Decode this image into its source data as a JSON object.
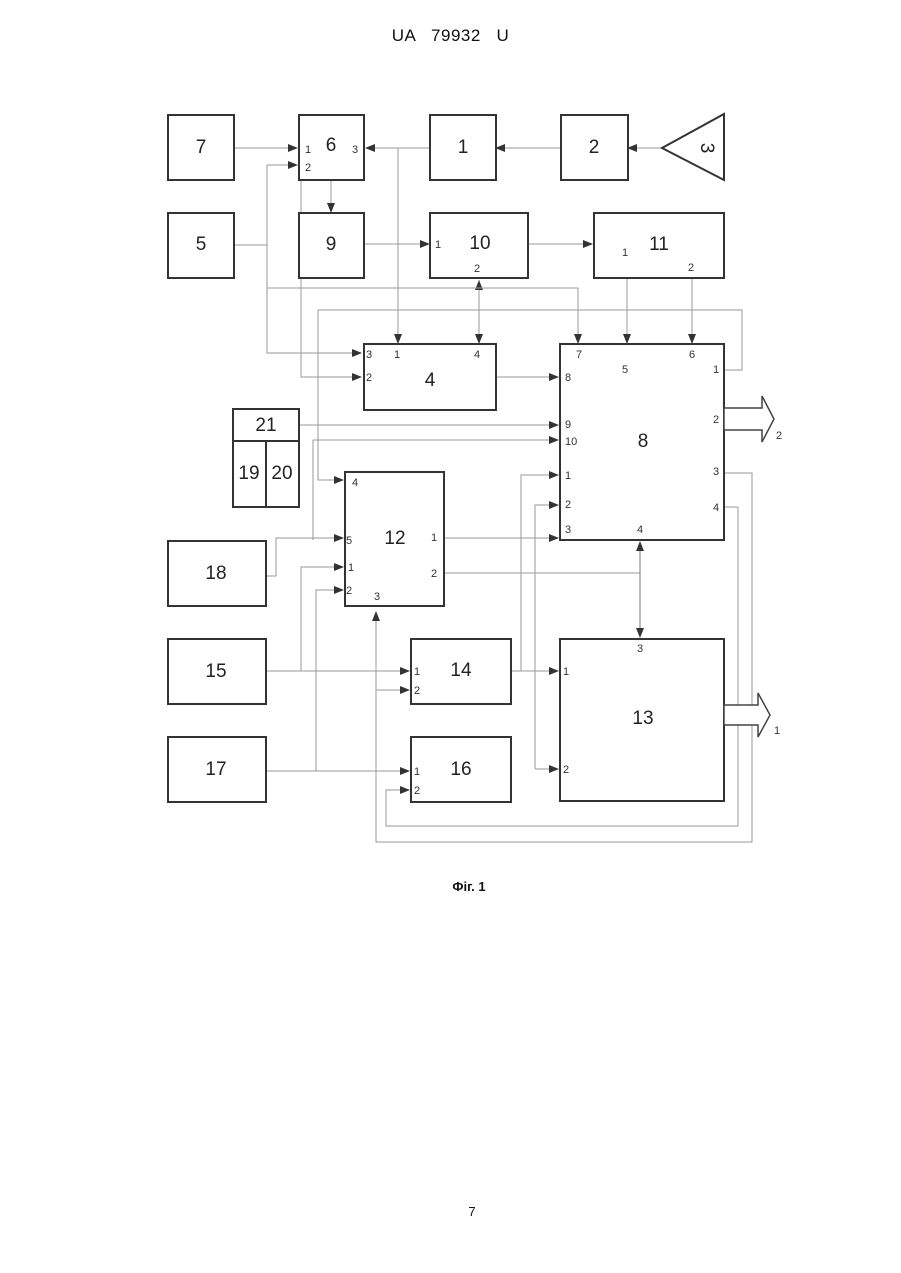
{
  "header": "UA   79932   U",
  "caption": "Фіг. 1",
  "page_number": "7",
  "blocks": {
    "b1": "1",
    "b2": "2",
    "b3": "3",
    "b4": "4",
    "b5": "5",
    "b6": "6",
    "b7": "7",
    "b8": "8",
    "b9": "9",
    "b10": "10",
    "b11": "11",
    "b12": "12",
    "b13": "13",
    "b14": "14",
    "b15": "15",
    "b16": "16",
    "b17": "17",
    "b18": "18",
    "b19": "19",
    "b20": "20",
    "b21": "21"
  },
  "ports": {
    "p6_1": "1",
    "p6_2": "2",
    "p6_3": "3",
    "p10_1": "1",
    "p10_2": "2",
    "p11_1": "1",
    "p11_2": "2",
    "p4_3": "3",
    "p4_1": "1",
    "p4_4": "4",
    "p4_2": "2",
    "p8_7": "7",
    "p8_5": "5",
    "p8_6": "6",
    "p8_o1": "1",
    "p8_8": "8",
    "p8_o2": "2",
    "p8_9": "9",
    "p8_10": "10",
    "p8_i1": "1",
    "p8_o3": "3",
    "p8_i2": "2",
    "p8_o4": "4",
    "p8_i3": "3",
    "p8_b4": "4",
    "p12_4": "4",
    "p12_5": "5",
    "p12_1": "1",
    "p12_2": "2",
    "p12_3": "3",
    "p12_o1": "1",
    "p12_o2": "2",
    "p13_3": "3",
    "p13_1": "1",
    "p13_2": "2",
    "p14_1": "1",
    "p14_2": "2",
    "p16_1": "1",
    "p16_2": "2"
  },
  "outputs": {
    "out8": "2",
    "out13": "1"
  }
}
